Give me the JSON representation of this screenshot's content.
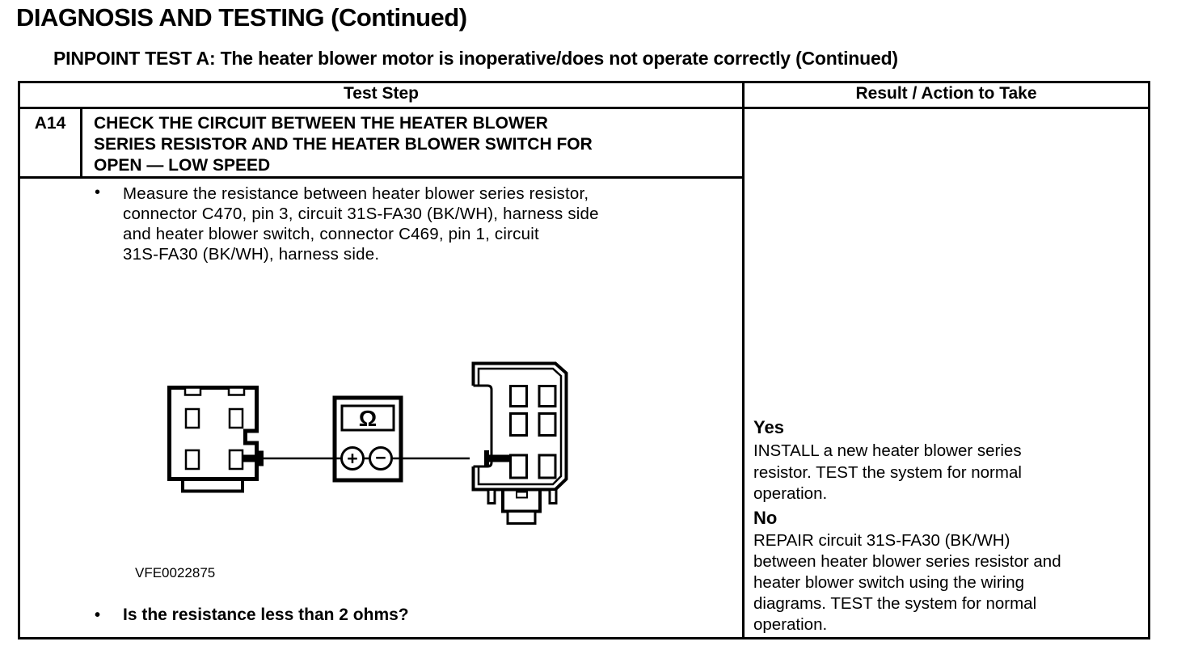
{
  "page": {
    "title": "DIAGNOSIS AND TESTING (Continued)",
    "subtitle": "PINPOINT TEST A: The heater blower motor is inoperative/does not operate correctly (Continued)"
  },
  "table": {
    "headers": {
      "test_step": "Test Step",
      "result": "Result / Action to Take"
    },
    "step": {
      "id": "A14",
      "title": "CHECK THE CIRCUIT BETWEEN THE HEATER BLOWER\nSERIES RESISTOR AND THE HEATER BLOWER SWITCH FOR\nOPEN — LOW SPEED",
      "bullet_marker": "•",
      "instruction": "Measure the resistance between heater blower series resistor,\nconnector C470, pin 3, circuit 31S-FA30 (BK/WH), harness side\nand heater blower switch, connector C469, pin 1, circuit\n31S-FA30 (BK/WH), harness side.",
      "figure_id": "VFE0022875",
      "question": "Is the resistance less than 2 ohms?"
    },
    "result": {
      "yes_label": "Yes",
      "yes_action": "INSTALL a new heater blower series\nresistor. TEST the system for normal\noperation.",
      "no_label": "No",
      "no_action": "REPAIR circuit 31S-FA30 (BK/WH)\nbetween heater blower series resistor and\nheater blower switch using the wiring\ndiagrams. TEST the system for normal\noperation."
    }
  },
  "diagram": {
    "meter_symbol": "Ω",
    "positive_probe": "+",
    "negative_probe": "−"
  },
  "colors": {
    "ink": "#000000",
    "paper": "#ffffff"
  }
}
